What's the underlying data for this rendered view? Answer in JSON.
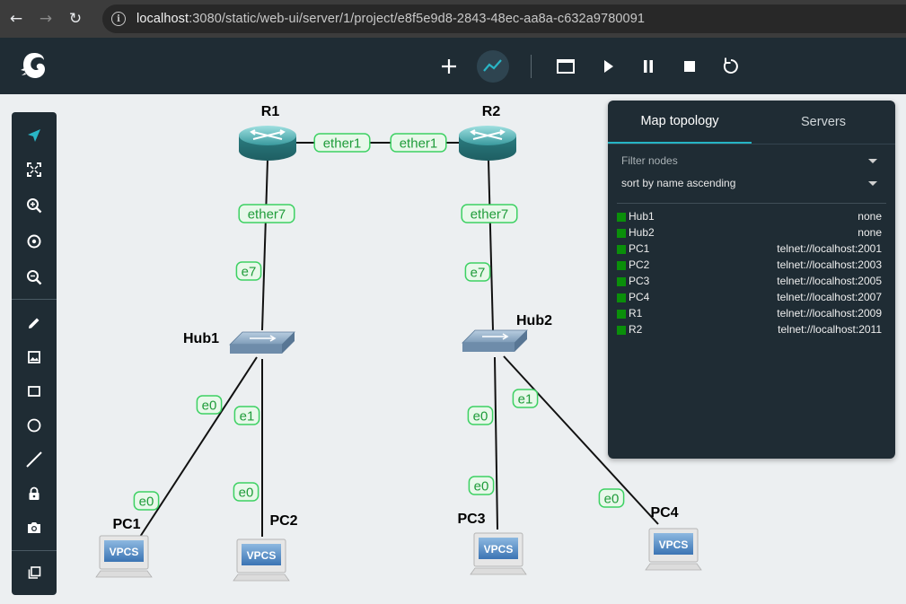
{
  "browser": {
    "url_host": "localhost",
    "url_path": ":3080/static/web-ui/server/1/project/e8f5e9d8-2843-48ec-aa8a-c632a9780091"
  },
  "toolbar": {
    "icons": [
      "add-icon",
      "topology-summary-icon",
      "console-icon",
      "play-icon",
      "pause-icon",
      "stop-icon",
      "reload-icon"
    ]
  },
  "tools": {
    "icons": [
      "pointer-icon",
      "fit-screen-icon",
      "zoom-in-icon",
      "reset-zoom-icon",
      "zoom-out-icon",
      "edit-icon",
      "image-icon",
      "rectangle-icon",
      "ellipse-icon",
      "line-icon",
      "lock-icon",
      "camera-icon",
      "layers-icon"
    ]
  },
  "panel": {
    "tabs": [
      {
        "label": "Map topology",
        "active": true
      },
      {
        "label": "Servers",
        "active": false
      }
    ],
    "filter_placeholder": "Filter nodes",
    "sort_value": "sort by name ascending",
    "nodes": [
      {
        "name": "Hub1",
        "console": "none",
        "status_color": "#0a8f0a"
      },
      {
        "name": "Hub2",
        "console": "none",
        "status_color": "#0a8f0a"
      },
      {
        "name": "PC1",
        "console": "telnet://localhost:2001",
        "status_color": "#0a8f0a"
      },
      {
        "name": "PC2",
        "console": "telnet://localhost:2003",
        "status_color": "#0a8f0a"
      },
      {
        "name": "PC3",
        "console": "telnet://localhost:2005",
        "status_color": "#0a8f0a"
      },
      {
        "name": "PC4",
        "console": "telnet://localhost:2007",
        "status_color": "#0a8f0a"
      },
      {
        "name": "R1",
        "console": "telnet://localhost:2009",
        "status_color": "#0a8f0a"
      },
      {
        "name": "R2",
        "console": "telnet://localhost:2011",
        "status_color": "#0a8f0a"
      }
    ]
  },
  "topology": {
    "routers": [
      {
        "name": "R1"
      },
      {
        "name": "R2"
      }
    ],
    "hubs": [
      {
        "name": "Hub1"
      },
      {
        "name": "Hub2"
      }
    ],
    "pcs": [
      {
        "name": "PC1",
        "screen_text": "VPCS"
      },
      {
        "name": "PC2",
        "screen_text": "VPCS"
      },
      {
        "name": "PC3",
        "screen_text": "VPCS"
      },
      {
        "name": "PC4",
        "screen_text": "VPCS"
      }
    ],
    "links": [
      {
        "a": "R1",
        "b": "R2",
        "a_port": "ether1",
        "b_port": "ether1"
      },
      {
        "a": "R1",
        "b": "Hub1",
        "a_port": "ether7",
        "b_port": "e7"
      },
      {
        "a": "R2",
        "b": "Hub2",
        "a_port": "ether7",
        "b_port": "e7"
      },
      {
        "a": "Hub1",
        "b": "PC1",
        "a_port": "e0",
        "b_port": "e0"
      },
      {
        "a": "Hub1",
        "b": "PC2",
        "a_port": "e1",
        "b_port": "e0"
      },
      {
        "a": "Hub2",
        "b": "PC3",
        "a_port": "e0",
        "b_port": "e0"
      },
      {
        "a": "Hub2",
        "b": "PC4",
        "a_port": "e1",
        "b_port": "e0"
      }
    ],
    "label_color": "#1f9c3a",
    "label_bg": "#e8f8ea"
  }
}
